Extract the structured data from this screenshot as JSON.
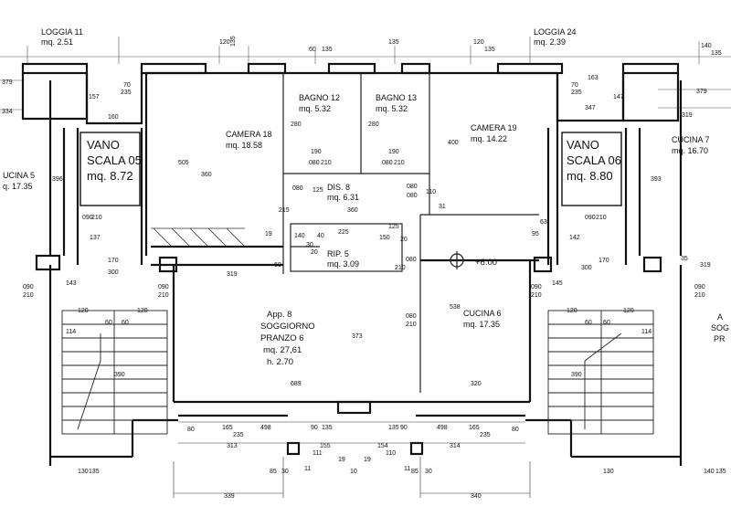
{
  "plan": {
    "rooms": [
      {
        "id": "loggia-11",
        "name": "LOGGIA 11",
        "area": "mq. 2.51"
      },
      {
        "id": "loggia-24",
        "name": "LOGGIA 24",
        "area": "mq. 2.39"
      },
      {
        "id": "camera-18",
        "name": "CAMERA 18",
        "area": "mq. 18.58"
      },
      {
        "id": "bagno-12",
        "name": "BAGNO 12",
        "area": "mq. 5.32"
      },
      {
        "id": "bagno-13",
        "name": "BAGNO 13",
        "area": "mq. 5.32"
      },
      {
        "id": "camera-19",
        "name": "CAMERA 19",
        "area": "mq. 14.22"
      },
      {
        "id": "cucina-7",
        "name": "CUCINA 7",
        "area": "mq. 16.70"
      },
      {
        "id": "cucina-5",
        "name": "UCINA 5",
        "area": "q. 17.35"
      },
      {
        "id": "dis-8",
        "name": "DIS. 8",
        "area": "mq. 6.31"
      },
      {
        "id": "rip-5",
        "name": "RIP. 5",
        "area": "mq. 3.09"
      },
      {
        "id": "cucina-6",
        "name": "CUCINA 6",
        "area": "mq. 17.35"
      }
    ],
    "vano_left": {
      "line1": "VANO",
      "line2": "SCALA 05",
      "line3": "mq. 8.72"
    },
    "vano_right": {
      "line1": "VANO",
      "line2": "SCALA 06",
      "line3": "mq. 8.80"
    },
    "soggiorno": {
      "line1": "App. 8",
      "line2": "SOGGIORNO",
      "line3": "PRANZO 6",
      "line4": "mq. 27,61",
      "line5": "h. 2.70"
    },
    "elevation": "+6.00",
    "right_cut": {
      "line1": "A",
      "line2": "SOG",
      "line3": "PR"
    },
    "dims": {
      "d120a": "120",
      "d135a": "135",
      "d60a": "60",
      "d135b": "135",
      "d135c": "135",
      "d135d": "135",
      "d120b": "120",
      "d135e": "135",
      "d140a": "140",
      "d135f": "135",
      "d379a": "379",
      "d70a": "70",
      "d235a": "235",
      "d157": "157",
      "d334": "334",
      "d160": "160",
      "d163": "163",
      "d70b": "70",
      "d235b": "235",
      "d147": "147",
      "d379b": "379",
      "d347": "347",
      "d280a": "280",
      "d280b": "280",
      "d190a": "190",
      "d190b": "190",
      "d080a": "080",
      "d210a": "210",
      "d080b": "080",
      "d210b": "210",
      "d505": "505",
      "d360a": "360",
      "d400": "400",
      "d396": "396",
      "d393": "393",
      "d125a": "125",
      "d080c": "080",
      "d080d": "080",
      "d110": "110",
      "d080e": "080",
      "d215": "215",
      "d360b": "360",
      "d31": "31",
      "d090a": "090",
      "d210c": "210",
      "d090b": "090",
      "d210d": "210",
      "d63": "63",
      "d95": "95",
      "d137": "137",
      "d142": "142",
      "d19": "19",
      "d140b": "140",
      "d40a": "40",
      "d225": "225",
      "d125b": "125",
      "d30": "30",
      "d20a": "20",
      "d150": "150",
      "d20b": "20",
      "d60b": "60",
      "d170a": "170",
      "d170b": "170",
      "d300a": "300",
      "d300b": "300",
      "d319a": "319",
      "d319b": "319",
      "d35": "35",
      "d143": "143",
      "d145": "145",
      "d090c": "090",
      "d210e": "210",
      "d090d": "090",
      "d210f": "210",
      "d090e": "090",
      "d210g": "210",
      "d090f": "090",
      "d210h": "210",
      "d120c": "120",
      "d60c": "60",
      "d60d": "60",
      "d120d": "120",
      "d120e": "120",
      "d60e": "60",
      "d60f": "60",
      "d120f": "120",
      "d114a": "114",
      "d114b": "114",
      "d080f": "080",
      "d210i": "210",
      "d080g": "080",
      "d210j": "210",
      "d538": "538",
      "d373": "373",
      "d689": "689",
      "d320": "320",
      "d390a": "390",
      "d390b": "390",
      "d80a": "80",
      "d165a": "165",
      "d235c": "235",
      "d498a": "498",
      "d90a": "90",
      "d135g": "135",
      "d135h": "135",
      "d90b": "90",
      "d498b": "498",
      "d165b": "165",
      "d235d": "235",
      "d80b": "80",
      "d313": "313",
      "d155": "155",
      "d154": "154",
      "d111": "111",
      "d110b": "110",
      "d314": "314",
      "d19b": "19",
      "d19c": "19",
      "d11a": "11",
      "d11b": "11",
      "d85a": "85",
      "d30b": "30",
      "d10": "10",
      "d30c": "30",
      "d85b": "85",
      "d339": "339",
      "d340": "340",
      "d130a": "130",
      "d135i": "135",
      "d130b": "130",
      "d140c": "140",
      "d135j": "135"
    }
  }
}
